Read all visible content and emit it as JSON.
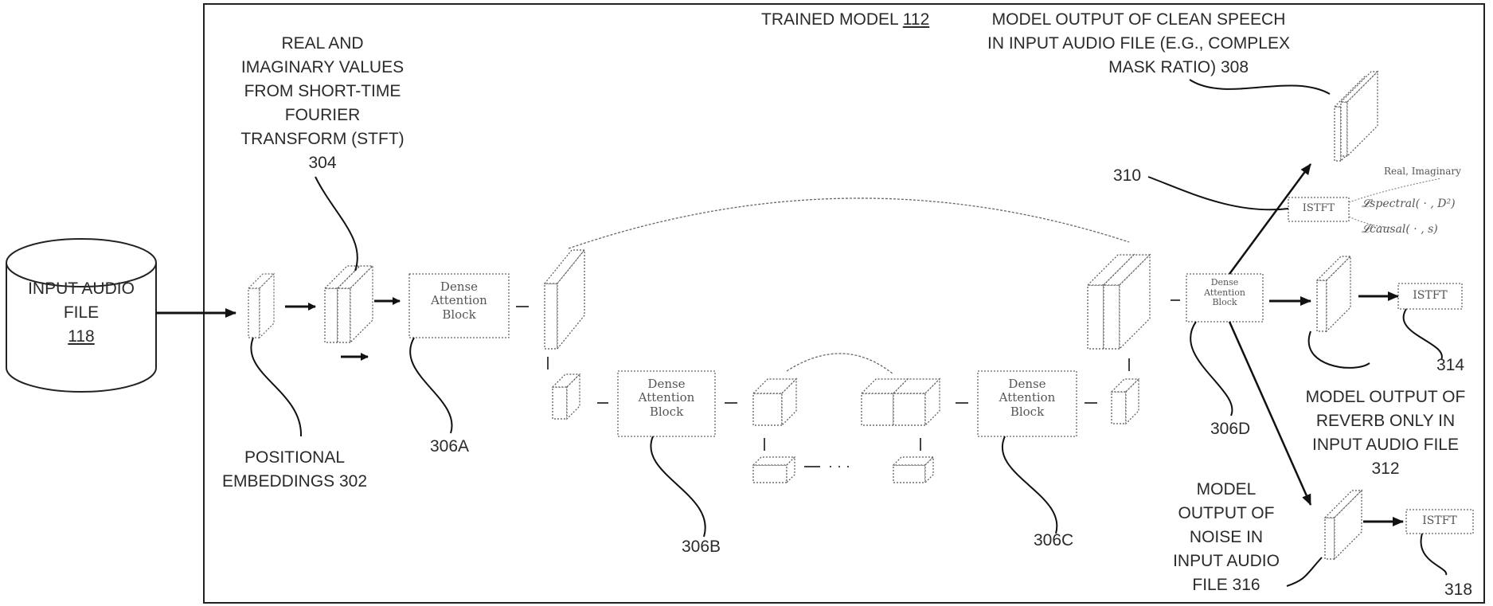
{
  "container": {
    "title": "TRAINED MODEL",
    "ref": "112"
  },
  "input": {
    "line1": "INPUT AUDIO",
    "line2": "FILE",
    "ref": "118"
  },
  "stft_label": [
    "REAL AND",
    "IMAGINARY VALUES",
    "FROM SHORT-TIME",
    "FOURIER",
    "TRANSFORM (STFT)",
    "304"
  ],
  "positional": [
    "POSITIONAL",
    "EMBEDDINGS 302"
  ],
  "block_text": [
    "Dense",
    "Attention",
    "Block"
  ],
  "refs": {
    "r306a": "306A",
    "r306b": "306B",
    "r306c": "306C",
    "r306d": "306D",
    "r310": "310",
    "r314": "314",
    "r318": "318"
  },
  "clean_output": [
    "MODEL OUTPUT OF CLEAN SPEECH",
    "IN INPUT AUDIO FILE (E.G., COMPLEX",
    "MASK RATIO) 308"
  ],
  "reverb_output": [
    "MODEL OUTPUT OF",
    "REVERB ONLY IN",
    "INPUT AUDIO FILE",
    "312"
  ],
  "noise_output": [
    "MODEL",
    "OUTPUT OF",
    "NOISE IN",
    "INPUT AUDIO",
    "FILE 316"
  ],
  "istft": "ISTFT",
  "loss": {
    "real_imag": "Real, Imaginary",
    "spectral": "𝓛spectral( · , D²)",
    "causal": "𝓛causal( · , s)"
  },
  "ellipsis": "· · ·"
}
